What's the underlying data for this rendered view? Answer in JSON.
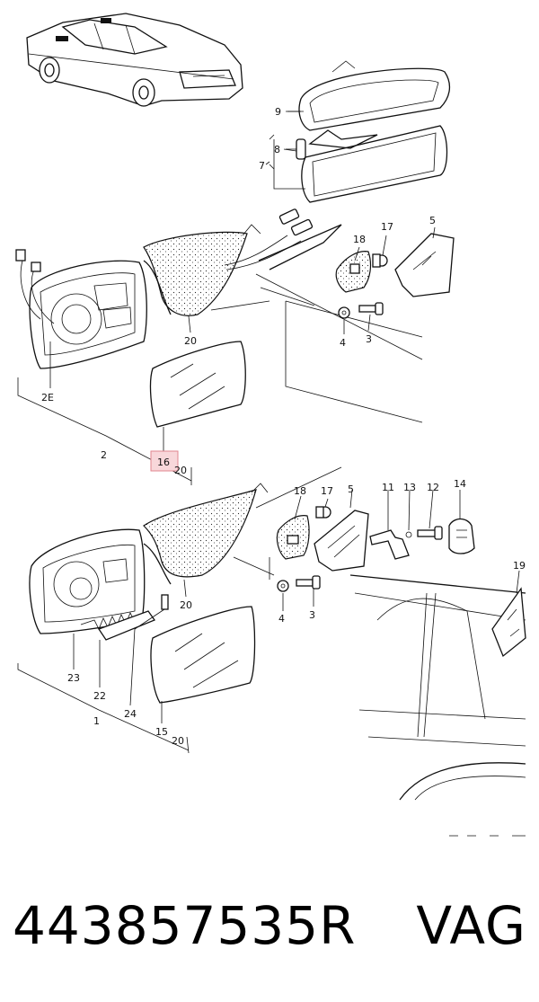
{
  "labels": {
    "l9": "9",
    "l8": "8",
    "l7": "7",
    "l17a": "17",
    "l5a": "5",
    "l18a": "18",
    "l20a": "20",
    "l4a": "4",
    "l3a": "3",
    "l2E": "2E",
    "l2": "2",
    "l16": "16",
    "l20b": "20",
    "l18b": "18",
    "l17b": "17",
    "l5b": "5",
    "l11": "11",
    "l13": "13",
    "l12": "12",
    "l14": "14",
    "l19": "19",
    "l20c": "20",
    "l4b": "4",
    "l3b": "3",
    "l23": "23",
    "l22": "22",
    "l24": "24",
    "l1": "1",
    "l15": "15",
    "l20d": "20"
  },
  "caption": {
    "part_number": "443857535R",
    "brand": "VAG"
  },
  "highlight_color": "#f8d7da"
}
